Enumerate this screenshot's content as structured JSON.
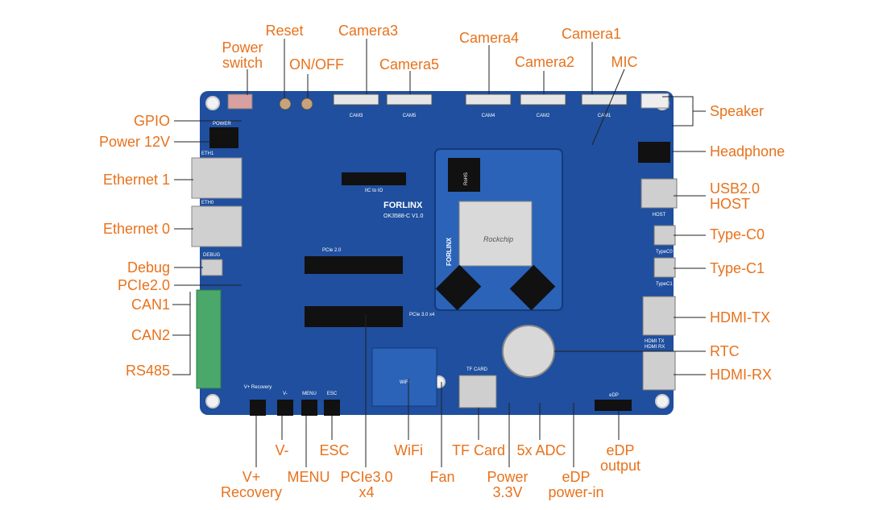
{
  "colors": {
    "label": "#e8721c",
    "pcb": "#1f4f9e",
    "pcb_dark": "#153a7a",
    "silk": "#ffffff",
    "terminal": "#4aa86a"
  },
  "board": {
    "brand": "FORLINX",
    "model": "OK3588-C V1.0",
    "som_brand": "FORLINX",
    "chip_brand": "Rockchip",
    "silk": {
      "cam3": "CAM3",
      "cam5": "CAM5",
      "cam4": "CAM4",
      "cam2": "CAM2",
      "cam1": "CAM1",
      "power": "POWER",
      "eth1": "ETH1",
      "eth0": "ETH0",
      "debug": "DEBUG",
      "pcie2": "PCIe 2.0",
      "pcie3": "PCIe 3.0 x4",
      "typec0": "TypeC0",
      "typec1": "TypeC1",
      "hdmitx": "HDMI TX",
      "hdmirx": "HDMI RX",
      "tf": "TF CARD",
      "wifi": "WiFi",
      "host": "HOST",
      "edp": "eDP",
      "iic": "IIC to IO",
      "vplus": "V+ Recovery",
      "vminus": "V-",
      "menu": "MENU",
      "esc": "ESC",
      "rohs": "RoHS"
    }
  },
  "labels": {
    "reset": "Reset",
    "camera3": "Camera3",
    "camera4": "Camera4",
    "camera1": "Camera1",
    "power_switch": "Power\nswitch",
    "on_off": "ON/OFF",
    "camera5": "Camera5",
    "camera2": "Camera2",
    "mic": "MIC",
    "gpio": "GPIO",
    "power_12v": "Power 12V",
    "ethernet1": "Ethernet 1",
    "ethernet0": "Ethernet 0",
    "debug": "Debug",
    "pcie20": "PCIe2.0",
    "can1": "CAN1",
    "can2": "CAN2",
    "rs485": "RS485",
    "speaker": "Speaker",
    "headphone": "Headphone",
    "usb_host": "USB2.0\nHOST",
    "typec0": "Type-C0",
    "typec1": "Type-C1",
    "hdmi_tx": "HDMI-TX",
    "rtc": "RTC",
    "hdmi_rx": "HDMI-RX",
    "v_minus": "V-",
    "esc": "ESC",
    "wifi": "WiFi",
    "tf_card": "TF Card",
    "adc": "5x ADC",
    "edp_output": "eDP\noutput",
    "v_plus_recovery": "V+\nRecovery",
    "menu": "MENU",
    "pcie30": "PCIe3.0\nx4",
    "fan": "Fan",
    "power_33v": "Power\n3.3V",
    "edp_power_in": "eDP\npower-in"
  }
}
